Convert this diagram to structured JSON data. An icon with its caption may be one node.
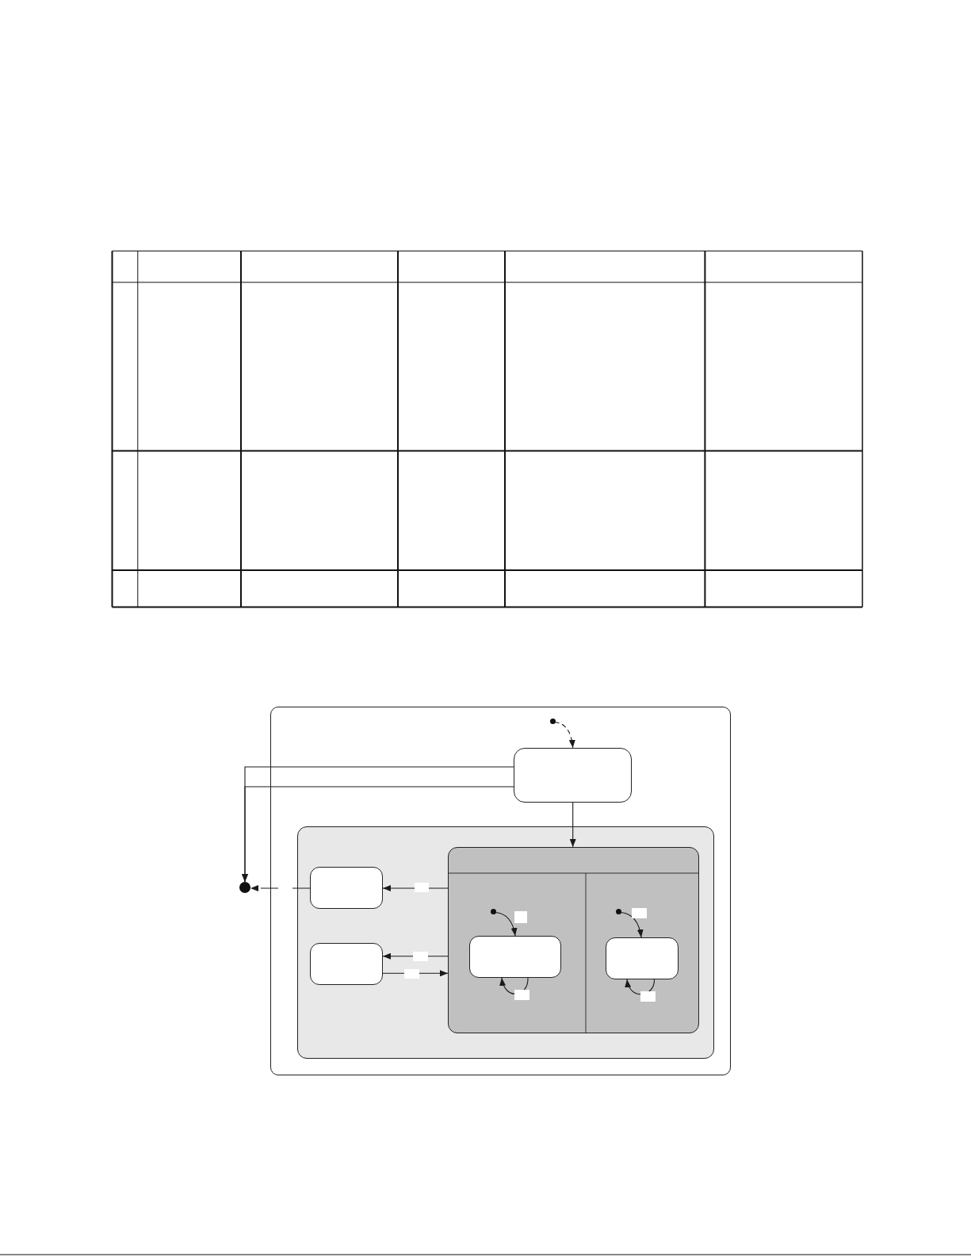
{
  "diagram": {
    "nodes": [
      {
        "text": [],
        "shape": "box"
      },
      {
        "text": [],
        "shape": "circle",
        "in": 0
      },
      {
        "text": [],
        "shape": "box",
        "in": 0
      },
      {
        "text": [],
        "shape": "box",
        "in": 0
      },
      {
        "text": [],
        "shape": "box",
        "in": 3
      },
      {
        "text": [],
        "shape": "box",
        "in": 3
      },
      {
        "text": [],
        "shape": "box",
        "in": 3
      },
      {
        "text": [],
        "shape": "circle",
        "in": 6
      },
      {
        "text": [],
        "shape": "box",
        "in": 6
      },
      {
        "text": [],
        "shape": "circle",
        "in": 6
      },
      {
        "text": [],
        "shape": "box",
        "in": 6
      },
      {
        "text": [],
        "shape": "circle"
      }
    ],
    "edges": [
      {
        "from": 1,
        "to": 2,
        "arrow": "to",
        "style": "dashed"
      },
      {
        "from": 2,
        "to": 6,
        "arrow": "to"
      },
      {
        "from": 2,
        "to": 11,
        "arrow": "to"
      },
      {
        "from": 2,
        "to": 11,
        "arrow": "to"
      },
      {
        "from": 4,
        "to": 11,
        "arrow": "to",
        "style": "dashed"
      },
      {
        "from": 6,
        "to": 4,
        "arrow": "to"
      },
      {
        "from": 6,
        "to": 5,
        "arrow": "to"
      },
      {
        "from": 5,
        "to": 6,
        "arrow": "to"
      },
      {
        "from": 7,
        "to": 8,
        "arrow": "to"
      },
      {
        "from": 8,
        "to": 8,
        "arrow": "to"
      },
      {
        "from": 9,
        "to": 10,
        "arrow": "to"
      },
      {
        "from": 10,
        "to": 10,
        "arrow": "to"
      }
    ]
  }
}
